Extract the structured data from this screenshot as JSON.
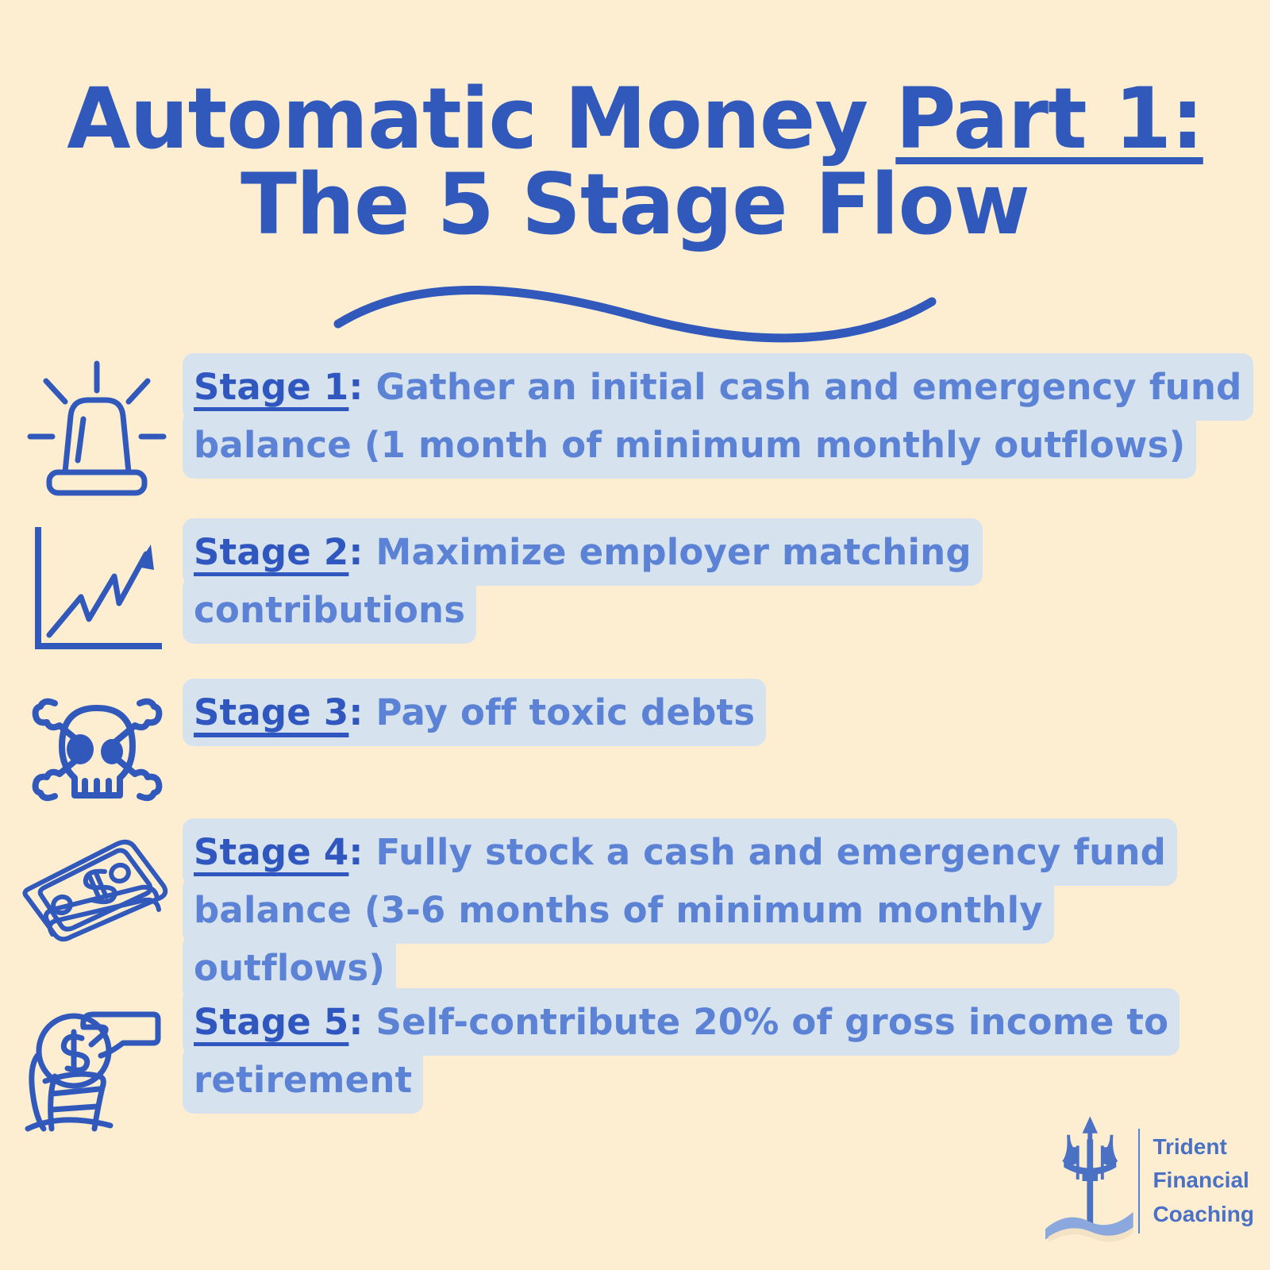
{
  "theme": {
    "background": "#fdeed2",
    "title_blue": "#3159bc",
    "label_blue": "#2f57bf",
    "body_blue": "#5b82d4",
    "highlight_blue": "#d6e3ef",
    "logo_blue": "#4a71c4"
  },
  "title": {
    "line1_plain": "Automatic Money ",
    "line1_underlined": "Part 1:",
    "line2": "The 5 Stage Flow"
  },
  "decor": {
    "swoosh": "s-curve-swoosh"
  },
  "stages": [
    {
      "icon": "siren-beacon-icon",
      "label": "Stage 1",
      "colon": ":",
      "text": " Gather an initial cash and emergency fund balance (1 month of minimum monthly outflows)"
    },
    {
      "icon": "growth-chart-arrow-icon",
      "label": "Stage 2",
      "colon": ":",
      "text": " Maximize employer matching contributions"
    },
    {
      "icon": "skull-and-crossbones-icon",
      "label": "Stage 3",
      "colon": ":",
      "text": " Pay off toxic debts"
    },
    {
      "icon": "cash-stack-icon",
      "label": "Stage 4",
      "colon": ":",
      "text": " Fully stock a cash and emergency fund balance (3-6 months of minimum monthly outflows)"
    },
    {
      "icon": "hand-coin-rocking-chair-icon",
      "label": "Stage 5",
      "colon": ":",
      "text": " Self-contribute 20% of gross income to retirement"
    }
  ],
  "logo": {
    "mark": "trident-wave-icon",
    "line1": "Trident",
    "line2": "Financial",
    "line3": "Coaching"
  }
}
